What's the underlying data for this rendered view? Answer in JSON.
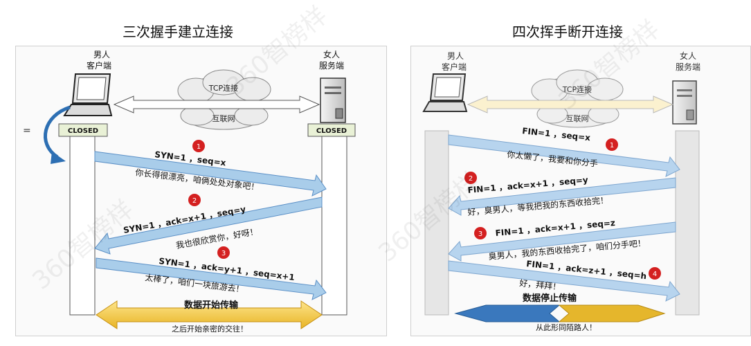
{
  "handshake": {
    "title": "三次握手建立连接",
    "client_label_1": "男人",
    "client_label_2": "客户端",
    "server_label_1": "女人",
    "server_label_2": "服务端",
    "cloud_tcp": "TCP连接",
    "cloud_internet": "互联网",
    "client_state": "CLOSED",
    "server_state": "CLOSED",
    "step1": {
      "num": "1",
      "packet": "SYN=1 ，seq=x",
      "caption": "你长得很漂亮，咱俩处处对象吧！"
    },
    "step2": {
      "num": "2",
      "packet": "SYN=1 ，ack=x+1 ，seq=y",
      "caption": "我也很欣赏你，好呀！"
    },
    "step3": {
      "num": "3",
      "packet": "SYN=1 ，ack=y+1 ，seq=x+1",
      "caption": "太棒了，咱们一块旅游去！"
    },
    "bottom_label": "数据开始传输",
    "bottom_caption": "之后开始亲密的交往！"
  },
  "teardown": {
    "title": "四次挥手断开连接",
    "client_label_1": "男人",
    "client_label_2": "客户端",
    "server_label_1": "女人",
    "server_label_2": "服务端",
    "cloud_tcp": "TCP连接",
    "cloud_internet": "互联网",
    "step1": {
      "num": "1",
      "packet": "FIN=1 ，seq=x",
      "caption": "你太懒了，我要和你分手"
    },
    "step2": {
      "num": "2",
      "packet": "FIN=1 ，ack=x+1 ，seq=y",
      "caption": "好，臭男人，等我把我的东西收拾完！"
    },
    "step3": {
      "num": "3",
      "packet": "FIN=1 ，ack=x+1 ，seq=z",
      "caption": "臭男人，我的东西收拾完了，咱们分手吧！"
    },
    "step4": {
      "num": "4",
      "packet": "FIN=1 ，ack=z+1 ，seq=h",
      "caption": "好，拜拜！"
    },
    "bottom_label": "数据停止传输",
    "bottom_caption": "从此形同陌路人！"
  },
  "watermark": "360智榜样",
  "colors": {
    "arrow_fill": "#a9cdea",
    "arrow_stroke": "#5a8fc6",
    "badge": "#d42020",
    "gold": "#f0c23a",
    "blue_dark": "#2d6fb3"
  }
}
